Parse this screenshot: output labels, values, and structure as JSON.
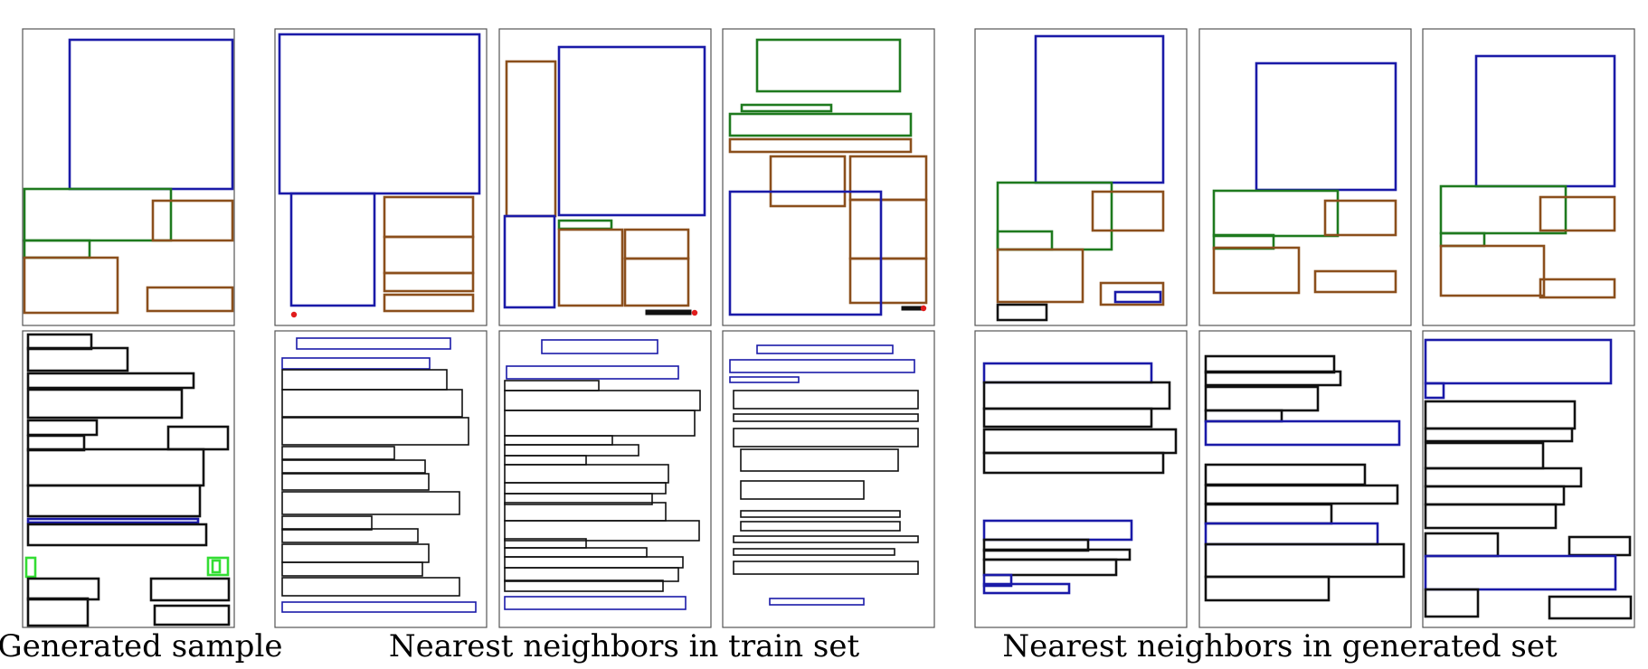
{
  "captions": {
    "generated_sample": "Generated sample",
    "train_neighbors": "Nearest neighbors in train set",
    "generated_neighbors": "Nearest neighbors in generated set"
  },
  "colors": {
    "blue": "#1a1aa8",
    "green": "#1e7a1e",
    "brown": "#8b4f1c",
    "black": "#111111",
    "red": "#e01c1c",
    "lightgreen": "#33dd33",
    "frame": "#555555"
  },
  "groups": [
    "generated-sample",
    "nearest-neighbors-train-set",
    "nearest-neighbors-generated-set"
  ]
}
